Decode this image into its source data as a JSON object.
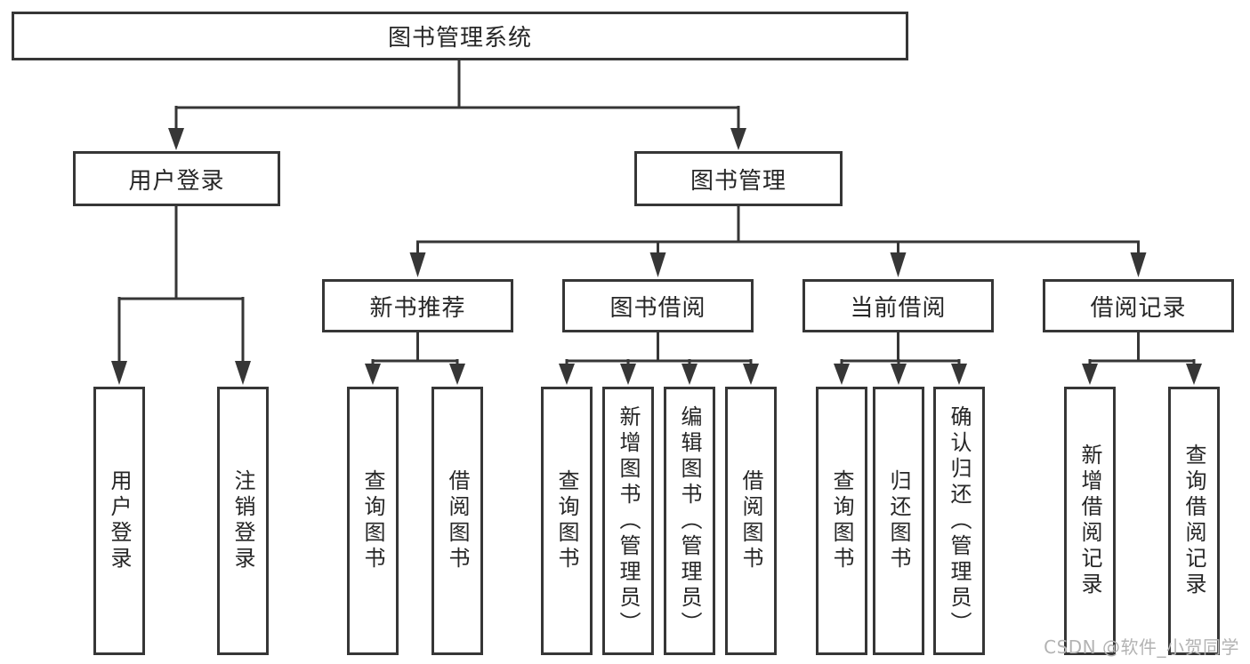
{
  "diagram": {
    "type": "hierarchy-tree",
    "root": {
      "label": "图书管理系统",
      "children": [
        {
          "label": "用户登录",
          "children": [
            {
              "label": "用户登录"
            },
            {
              "label": "注销登录"
            }
          ]
        },
        {
          "label": "图书管理",
          "children": [
            {
              "label": "新书推荐",
              "children": [
                {
                  "label": "查询图书"
                },
                {
                  "label": "借阅图书"
                }
              ]
            },
            {
              "label": "图书借阅",
              "children": [
                {
                  "label": "查询图书"
                },
                {
                  "label": "新增图书（管理员）"
                },
                {
                  "label": "编辑图书（管理员）"
                },
                {
                  "label": "借阅图书"
                }
              ]
            },
            {
              "label": "当前借阅",
              "children": [
                {
                  "label": "查询图书"
                },
                {
                  "label": "归还图书"
                },
                {
                  "label": "确认归还（管理员）"
                }
              ]
            },
            {
              "label": "借阅记录",
              "children": [
                {
                  "label": "新增借阅记录"
                },
                {
                  "label": "查询借阅记录"
                }
              ]
            }
          ]
        }
      ]
    },
    "colors": {
      "line": "#363636",
      "box_border": "#363636",
      "text": "#262626",
      "background": "#ffffff",
      "watermark": "#b3b3b3"
    }
  },
  "watermark": {
    "text": "CSDN @软件_小贺同学"
  }
}
